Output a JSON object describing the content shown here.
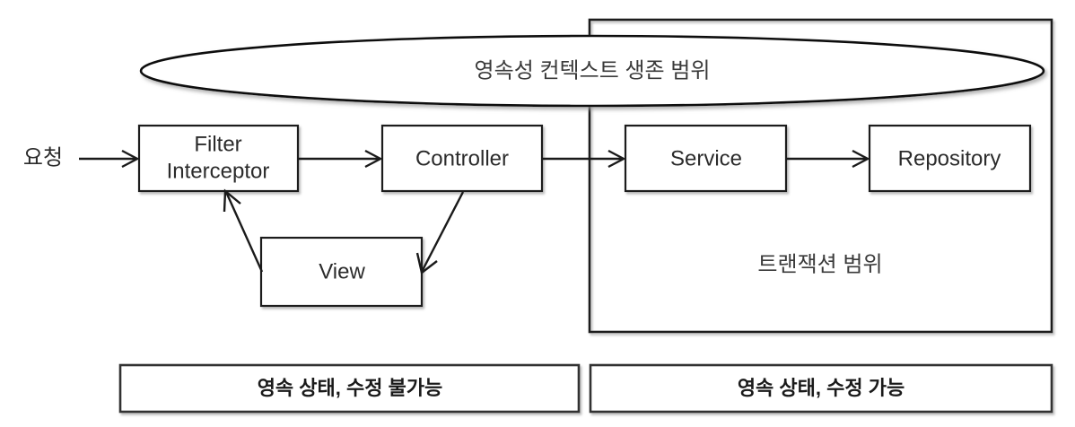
{
  "diagram": {
    "title": "Persistence context and transaction scope diagram",
    "entry": {
      "label": "요청"
    },
    "scopes": [
      {
        "id": "persistence-context-scope",
        "shape": "ellipse",
        "label": "영속성 컨텍스트 생존 범위"
      },
      {
        "id": "transaction-scope",
        "shape": "rectangle",
        "label": "트랜잭션 범위"
      }
    ],
    "nodes": [
      {
        "id": "filter-interceptor",
        "line1": "Filter",
        "line2": "Interceptor"
      },
      {
        "id": "controller",
        "line1": "Controller",
        "line2": ""
      },
      {
        "id": "view",
        "line1": "View",
        "line2": ""
      },
      {
        "id": "service",
        "line1": "Service",
        "line2": ""
      },
      {
        "id": "repository",
        "line1": "Repository",
        "line2": ""
      }
    ],
    "legend": [
      {
        "id": "legend-left",
        "label": "영속 상태, 수정 불가능"
      },
      {
        "id": "legend-right",
        "label": "영속 상태, 수정 가능"
      }
    ],
    "colors": {
      "stroke": "#1a1a1a",
      "text": "#2b2b2b",
      "background": "#ffffff"
    }
  }
}
